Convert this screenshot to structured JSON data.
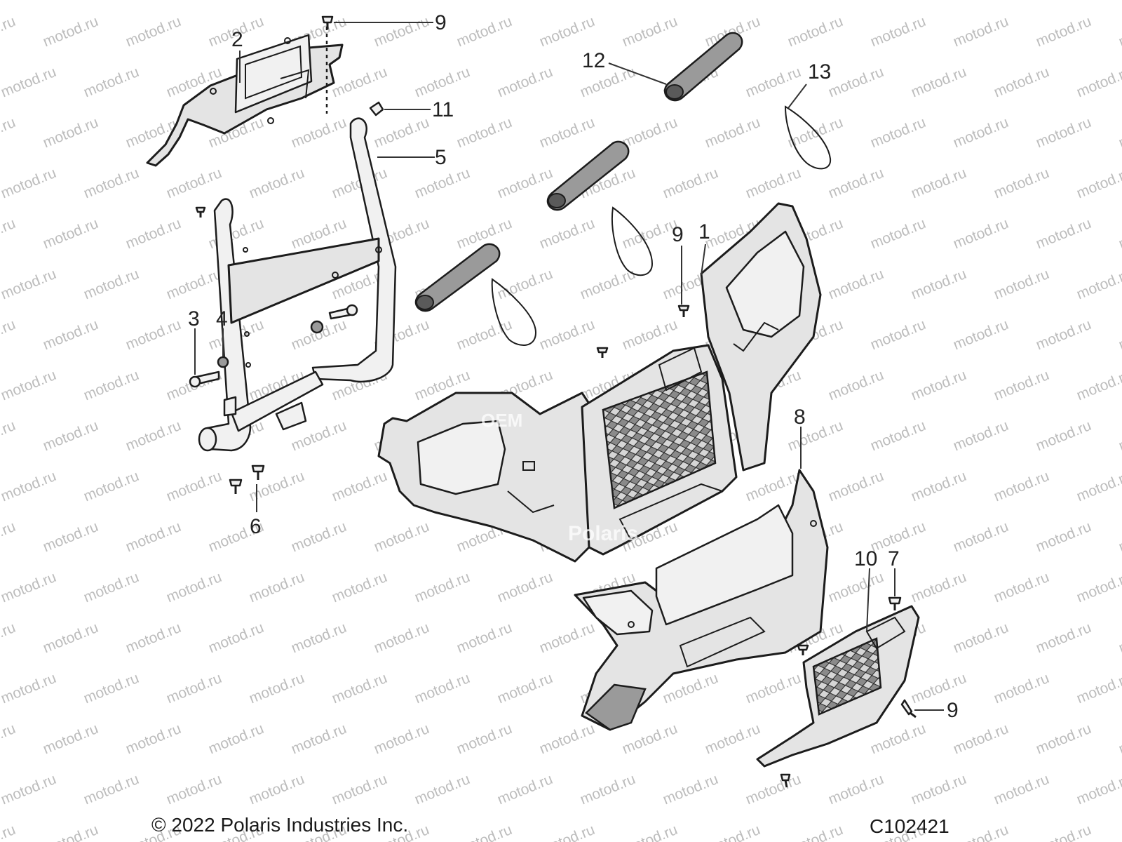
{
  "callouts": [
    {
      "id": "c2",
      "label": "2"
    },
    {
      "id": "c9a",
      "label": "9"
    },
    {
      "id": "c11",
      "label": "11"
    },
    {
      "id": "c5",
      "label": "5"
    },
    {
      "id": "c12",
      "label": "12"
    },
    {
      "id": "c13",
      "label": "13"
    },
    {
      "id": "c9b",
      "label": "9"
    },
    {
      "id": "c1",
      "label": "1"
    },
    {
      "id": "c3",
      "label": "3"
    },
    {
      "id": "c4",
      "label": "4"
    },
    {
      "id": "c8",
      "label": "8"
    },
    {
      "id": "c6",
      "label": "6"
    },
    {
      "id": "c10",
      "label": "10"
    },
    {
      "id": "c7",
      "label": "7"
    },
    {
      "id": "c9c",
      "label": "9"
    }
  ],
  "watermark_text": "motod.ru",
  "brand_marks": {
    "oem": "OEM",
    "polaris": "Polaris"
  },
  "footer": {
    "copyright": "© 2022 Polaris Industries Inc.",
    "diagram_code": "C102421"
  },
  "colors": {
    "line": "#1c1c1c",
    "part_fill": "#e4e4e4",
    "watermark": "#bdbdbd"
  }
}
